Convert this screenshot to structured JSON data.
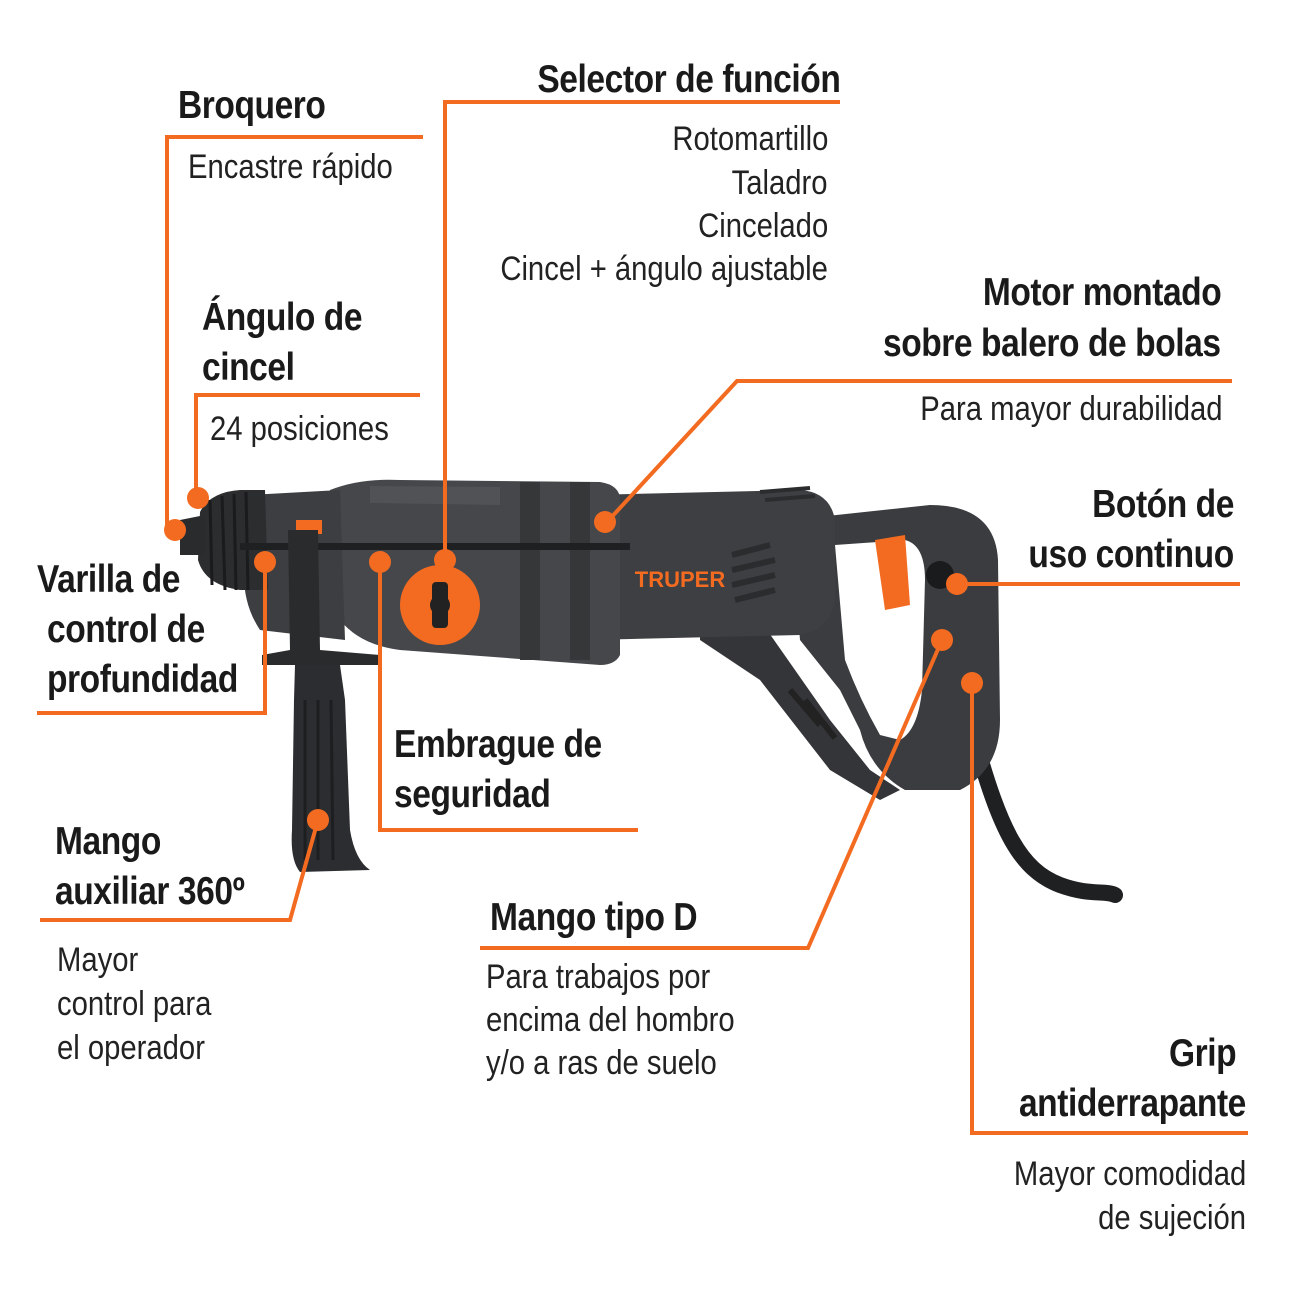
{
  "colors": {
    "accent": "#f36b21",
    "tool_body": "#3a3c3f",
    "tool_dark": "#26282a",
    "text": "#1a1a1a"
  },
  "brand_label": "TRUPER",
  "callouts": {
    "broquero": {
      "title": "Broquero",
      "desc": "Encastre rápido"
    },
    "selector": {
      "title": "Selector de función",
      "desc": [
        "Rotomartillo",
        "Taladro",
        "Cincelado",
        "Cincel + ángulo ajustable"
      ]
    },
    "angulo": {
      "title": [
        "Ángulo de",
        "cincel"
      ],
      "desc": "24 posiciones"
    },
    "motor": {
      "title": [
        "Motor montado",
        "sobre balero de bolas"
      ],
      "desc": "Para mayor durabilidad"
    },
    "boton": {
      "title": [
        "Botón de",
        "uso continuo"
      ]
    },
    "varilla": {
      "title": [
        "Varilla de",
        "control de",
        "profundidad"
      ]
    },
    "embrague": {
      "title": [
        "Embrague de",
        "seguridad"
      ]
    },
    "mango_aux": {
      "title": [
        "Mango",
        "auxiliar 360º"
      ],
      "desc": [
        "Mayor",
        "control para",
        "el operador"
      ]
    },
    "mango_d": {
      "title": "Mango tipo D",
      "desc": [
        "Para trabajos por",
        "encima del hombro",
        "y/o a ras de suelo"
      ]
    },
    "grip": {
      "title": [
        "Grip",
        "antiderrapante"
      ],
      "desc": [
        "Mayor comodidad",
        "de sujeción"
      ]
    }
  }
}
